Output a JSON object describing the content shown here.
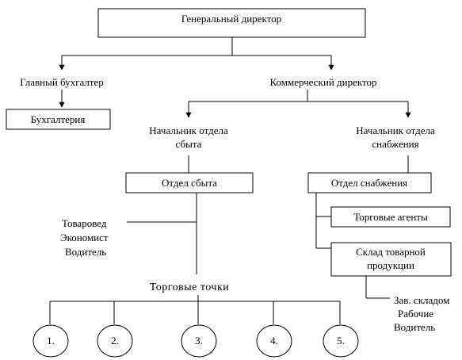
{
  "chart": {
    "ceo": "Генеральный директор",
    "chief_accountant": "Главный бухгалтер",
    "commercial_director": "Коммерческий директор",
    "accounting": "Бухгалтерия",
    "sales_head": [
      "Начальник отдела",
      "сбыта"
    ],
    "supply_head": [
      "Начальник отдела",
      "снабжения"
    ],
    "sales_dept": "Отдел сбыта",
    "supply_dept": "Отдел снабжения",
    "sales_staff": [
      "Товаровед",
      "Экономист",
      "Водитель"
    ],
    "trade_agents": "Торговые агенты",
    "warehouse": [
      "Склад товарной",
      "продукции"
    ],
    "warehouse_staff": [
      "Зав. складом",
      "Рабочие",
      "Водитель"
    ],
    "outlets_title": "Торговые точки",
    "outlets": [
      "1.",
      "2.",
      "3.",
      "4.",
      "5."
    ]
  }
}
